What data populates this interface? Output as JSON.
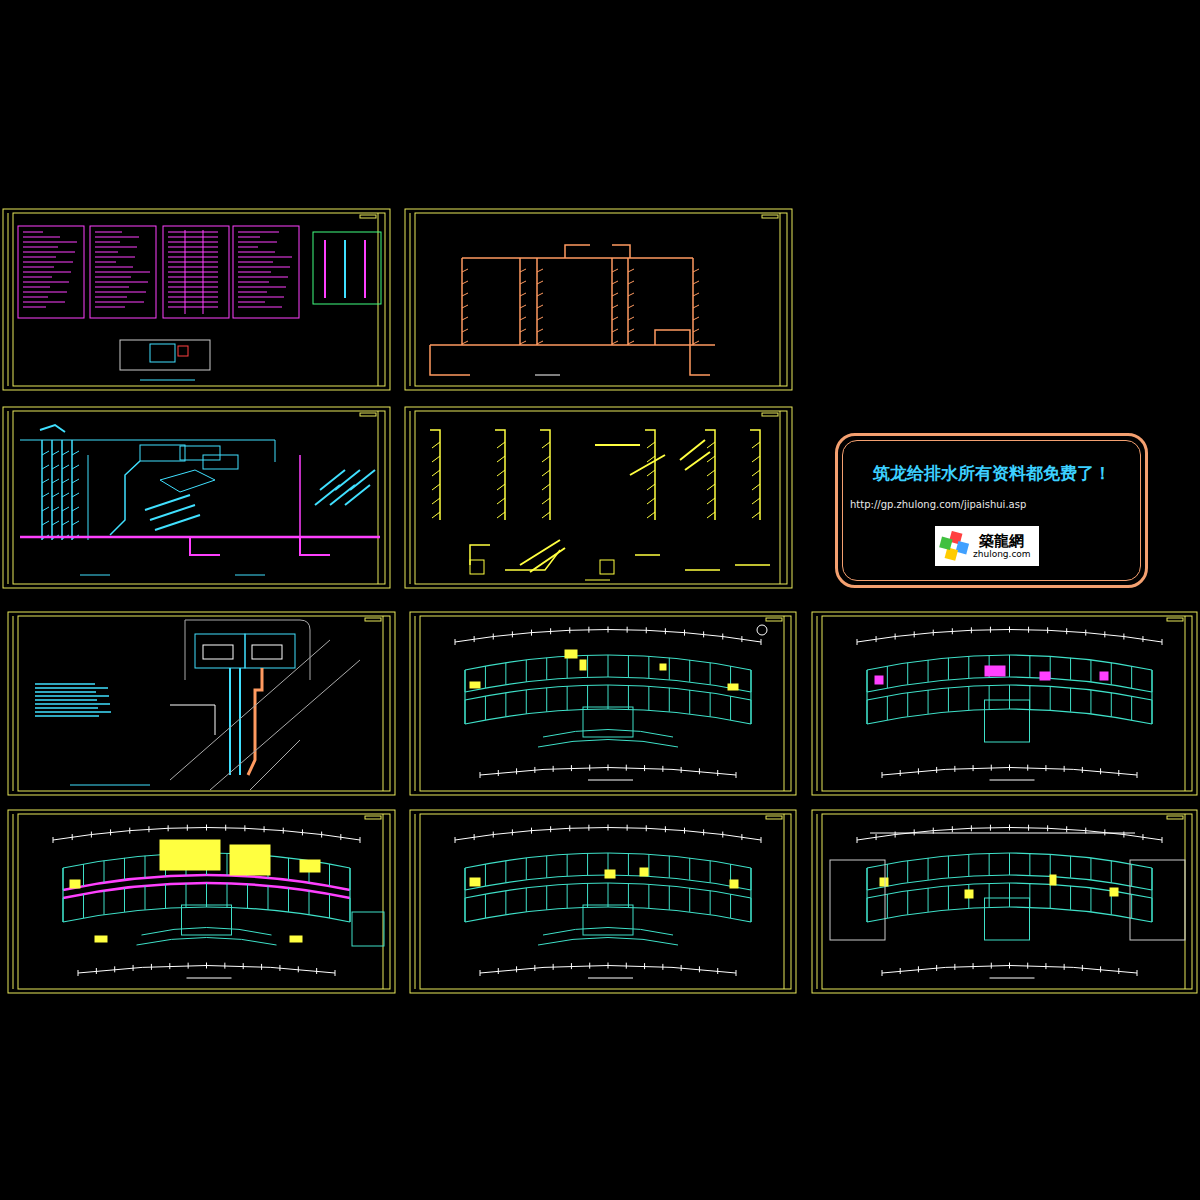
{
  "diagram": {
    "nodes": [
      {
        "text": [
          "筑龙给排水所有资料都免费了！",
          "http://gp.zhulong.com/jipaishui.asp"
        ]
      },
      {
        "text": [
          "築龍網",
          "zhulong.com"
        ],
        "in": 0
      }
    ]
  }
}
